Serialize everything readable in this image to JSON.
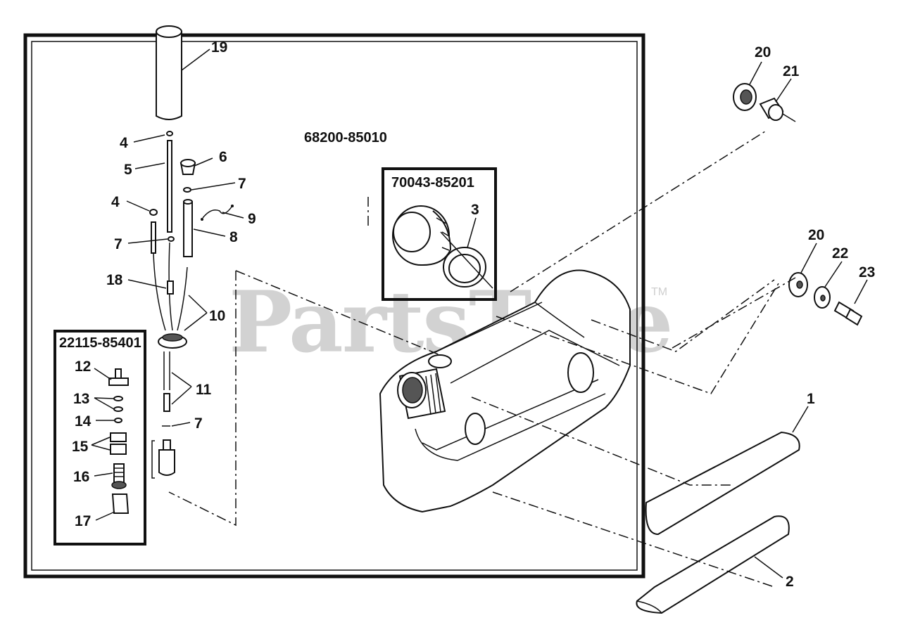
{
  "watermark": {
    "text": "PartsTree",
    "trademark": "TM"
  },
  "assemblies": {
    "main": "68200-85010",
    "cap": "70043-85201",
    "valve": "22115-85401"
  },
  "callouts": {
    "c19": "19",
    "c4a": "4",
    "c5": "5",
    "c6": "6",
    "c7a": "7",
    "c4b": "4",
    "c9": "9",
    "c7b": "7",
    "c8": "8",
    "c18": "18",
    "c10": "10",
    "c11": "11",
    "c7c": "7",
    "c3": "3",
    "c12": "12",
    "c13": "13",
    "c14": "14",
    "c15": "15",
    "c16": "16",
    "c17": "17",
    "c20a": "20",
    "c21": "21",
    "c20b": "20",
    "c22": "22",
    "c23": "23",
    "c1": "1",
    "c2": "2"
  }
}
